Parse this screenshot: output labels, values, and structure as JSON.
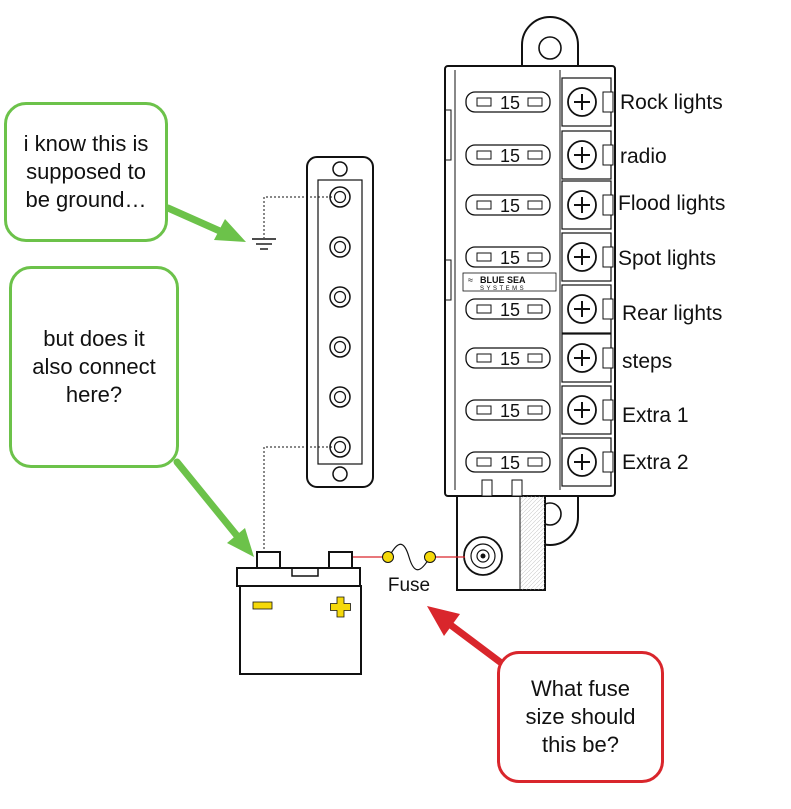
{
  "callouts": {
    "ground_note": [
      "i know this is",
      "supposed to",
      "be ground…"
    ],
    "connect_note": [
      "but does it",
      "also connect",
      "here?"
    ],
    "fuse_size_note": [
      "What fuse",
      "size should",
      "this be?"
    ]
  },
  "fuse_label": "Fuse",
  "fuse_rating": "15",
  "block_brand": "BLUE SEA",
  "block_brand_sub": "SYSTEMS",
  "battery": {
    "negative_symbol": "−",
    "positive_symbol": "+"
  },
  "circuits": [
    "Rock lights",
    "radio",
    "Flood lights",
    "Spot lights",
    "Rear lights",
    "steps",
    "Extra 1",
    "Extra 2"
  ],
  "colors": {
    "green": "#6cc24a",
    "red": "#d9262c",
    "yellow": "#f5d90a"
  }
}
